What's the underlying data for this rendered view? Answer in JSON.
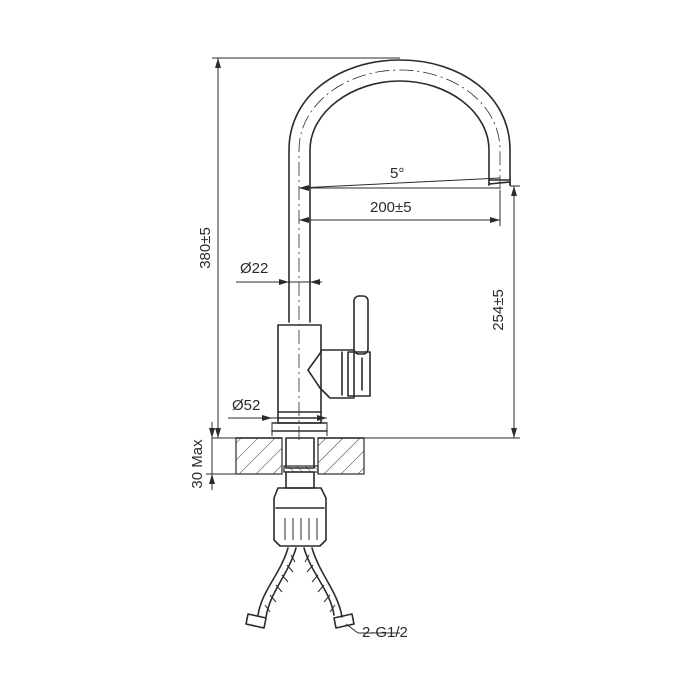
{
  "dimensions": {
    "height_total": "380±5",
    "reach": "200±5",
    "angle": "5°",
    "spout_height": "254±5",
    "spout_diameter": "Ø22",
    "base_diameter": "Ø52",
    "counter_thickness": "30 Max",
    "connection": "2-G1/2"
  },
  "colors": {
    "line": "#2b2b2b",
    "background": "#ffffff"
  }
}
